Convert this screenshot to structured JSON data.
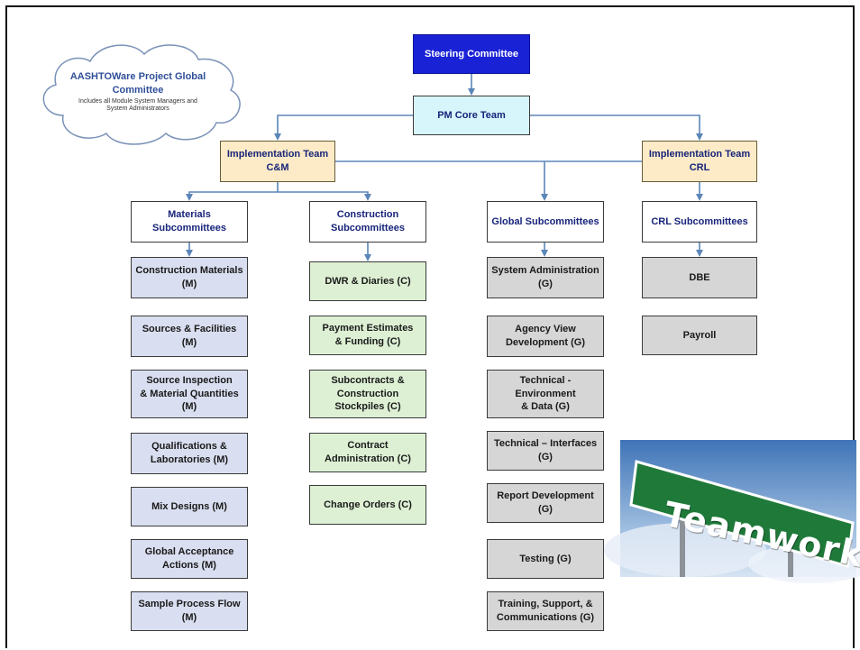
{
  "cloud": {
    "title": "AASHTOWare Project Global\nCommittee",
    "note": "Includes all Module System Managers and\nSystem Administrators"
  },
  "top": {
    "steering": "Steering Committee",
    "core": "PM Core Team",
    "impl_cm": "Implementation Team\nC&M",
    "impl_crl": "Implementation Team\nCRL"
  },
  "subcommittees": {
    "materials": "Materials\nSubcommittees",
    "construction": "Construction\nSubcommittees",
    "global": "Global Subcommittees",
    "crl": "CRL Subcommittees"
  },
  "materials": [
    "Construction Materials\n(M)",
    "Sources & Facilities\n(M)",
    "Source Inspection\n& Material Quantities\n(M)",
    "Qualifications &\nLaboratories (M)",
    "Mix Designs (M)",
    "Global Acceptance\nActions (M)",
    "Sample Process Flow\n(M)"
  ],
  "construction": [
    "DWR & Diaries (C)",
    "Payment Estimates\n& Funding (C)",
    "Subcontracts &\nConstruction\nStockpiles (C)",
    "Contract\nAdministration (C)",
    "Change Orders (C)"
  ],
  "global": [
    "System Administration\n(G)",
    "Agency View\nDevelopment (G)",
    "Technical -\nEnvironment\n& Data (G)",
    "Technical – Interfaces\n(G)",
    "Report Development\n(G)",
    "Testing (G)",
    "Training, Support, &\nCommunications (G)"
  ],
  "crl": [
    "DBE",
    "Payroll"
  ],
  "photo": {
    "sign_text": "Teamwork"
  },
  "colors": {
    "connector": "#5b86b8",
    "steering_fill": "#1a22d6",
    "core_fill": "#d7f6fb",
    "impl_fill": "#fcebc6",
    "materials_fill": "#d9def0",
    "construction_fill": "#ddf0d4",
    "global_fill": "#d6d6d6"
  }
}
